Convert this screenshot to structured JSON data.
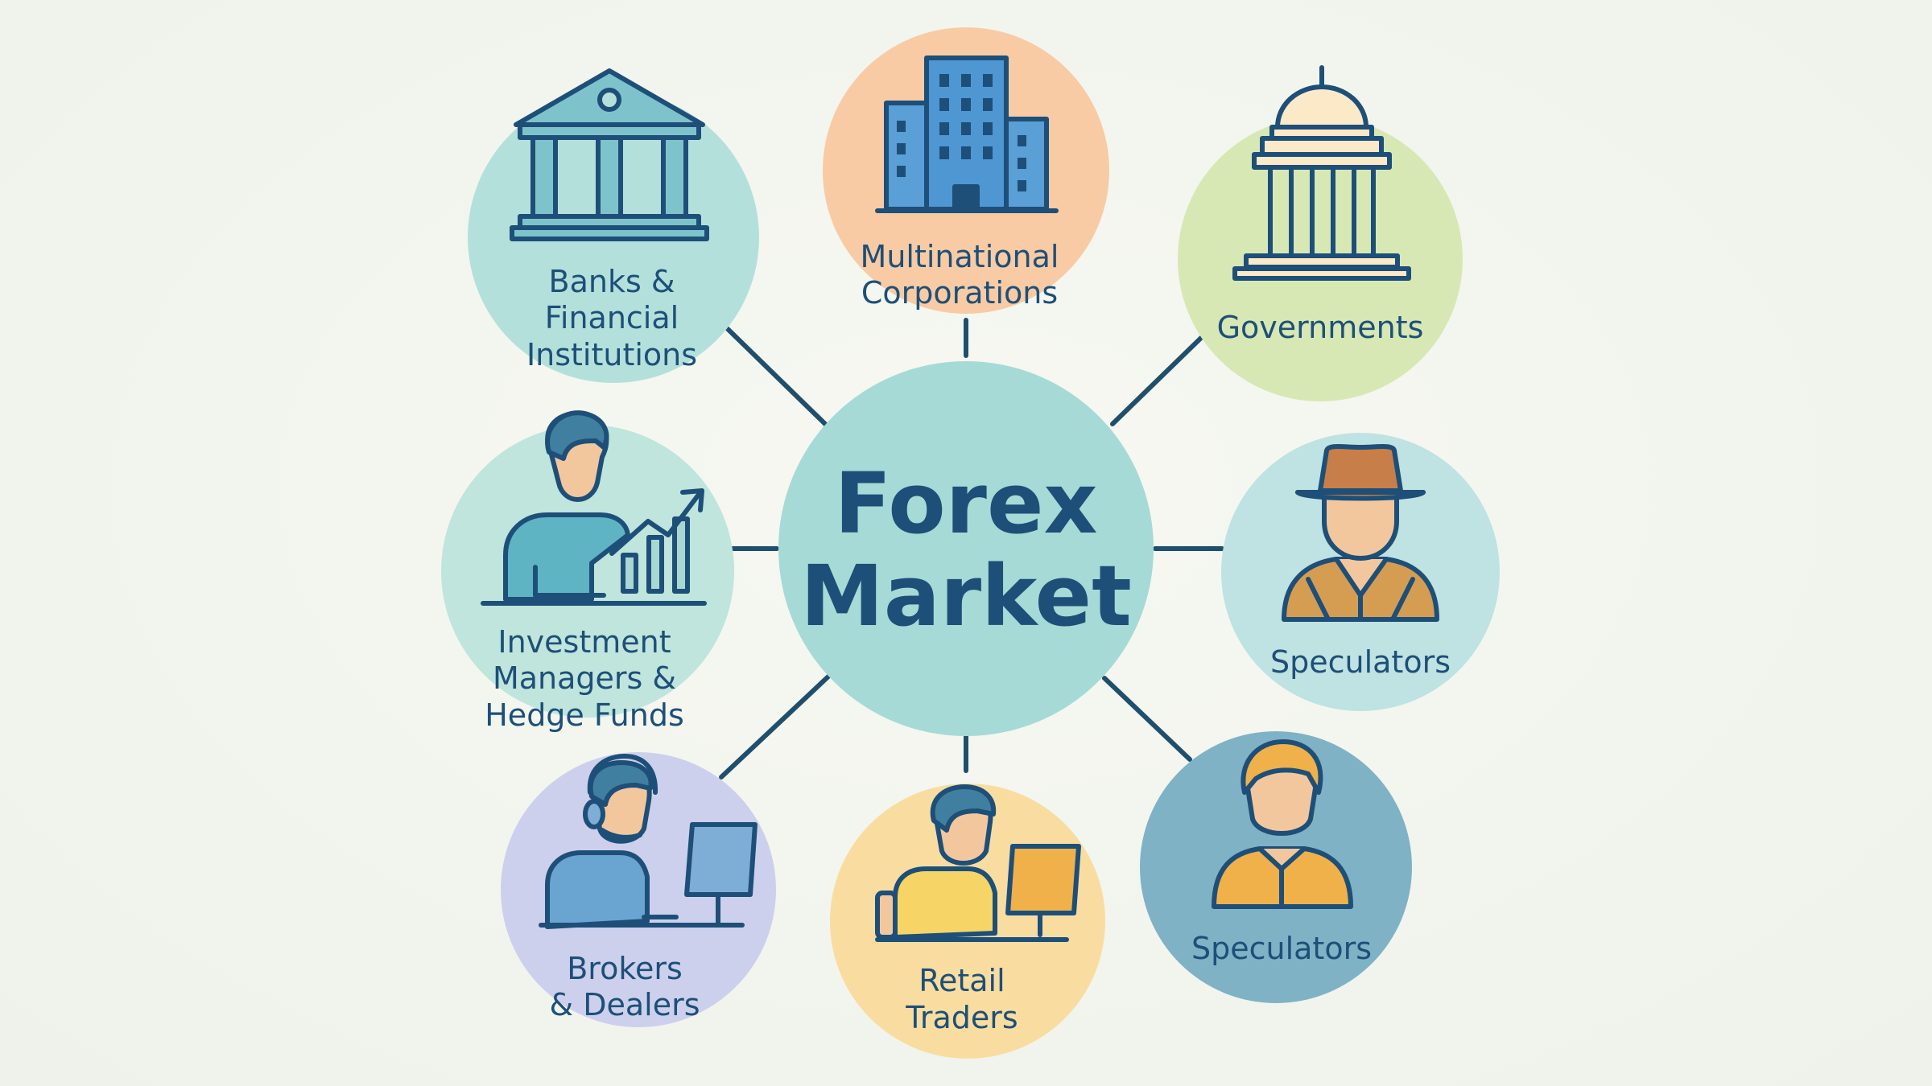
{
  "center": {
    "line1": "Forex",
    "line2": "Market",
    "color": "#a6dad6"
  },
  "nodes": [
    {
      "id": "banks",
      "lines": [
        "Banks &",
        "Financial",
        "Institutions"
      ],
      "color": "#b4e0db",
      "icon": "bank-building-icon"
    },
    {
      "id": "multinational",
      "lines": [
        "Multinational",
        "Corporations"
      ],
      "color": "#f8cba4",
      "icon": "office-buildings-icon"
    },
    {
      "id": "governments",
      "lines": [
        "Governments"
      ],
      "color": "#d7e8b4",
      "icon": "capitol-dome-icon"
    },
    {
      "id": "investment",
      "lines": [
        "Investment",
        "Managers &",
        "Hedge Funds"
      ],
      "color": "#bfe5dc",
      "icon": "analyst-chart-icon"
    },
    {
      "id": "speculators-hat",
      "lines": [
        "Speculators"
      ],
      "color": "#bfe2e2",
      "icon": "hat-person-icon"
    },
    {
      "id": "brokers",
      "lines": [
        "Brokers",
        "& Dealers"
      ],
      "color": "#cdd0ec",
      "icon": "headset-person-icon"
    },
    {
      "id": "retail",
      "lines": [
        "Retail",
        "Traders"
      ],
      "color": "#f9dda0",
      "icon": "computer-trader-icon"
    },
    {
      "id": "speculators-person",
      "lines": [
        "Speculators"
      ],
      "color": "#7fb2c5",
      "icon": "person-icon"
    }
  ]
}
